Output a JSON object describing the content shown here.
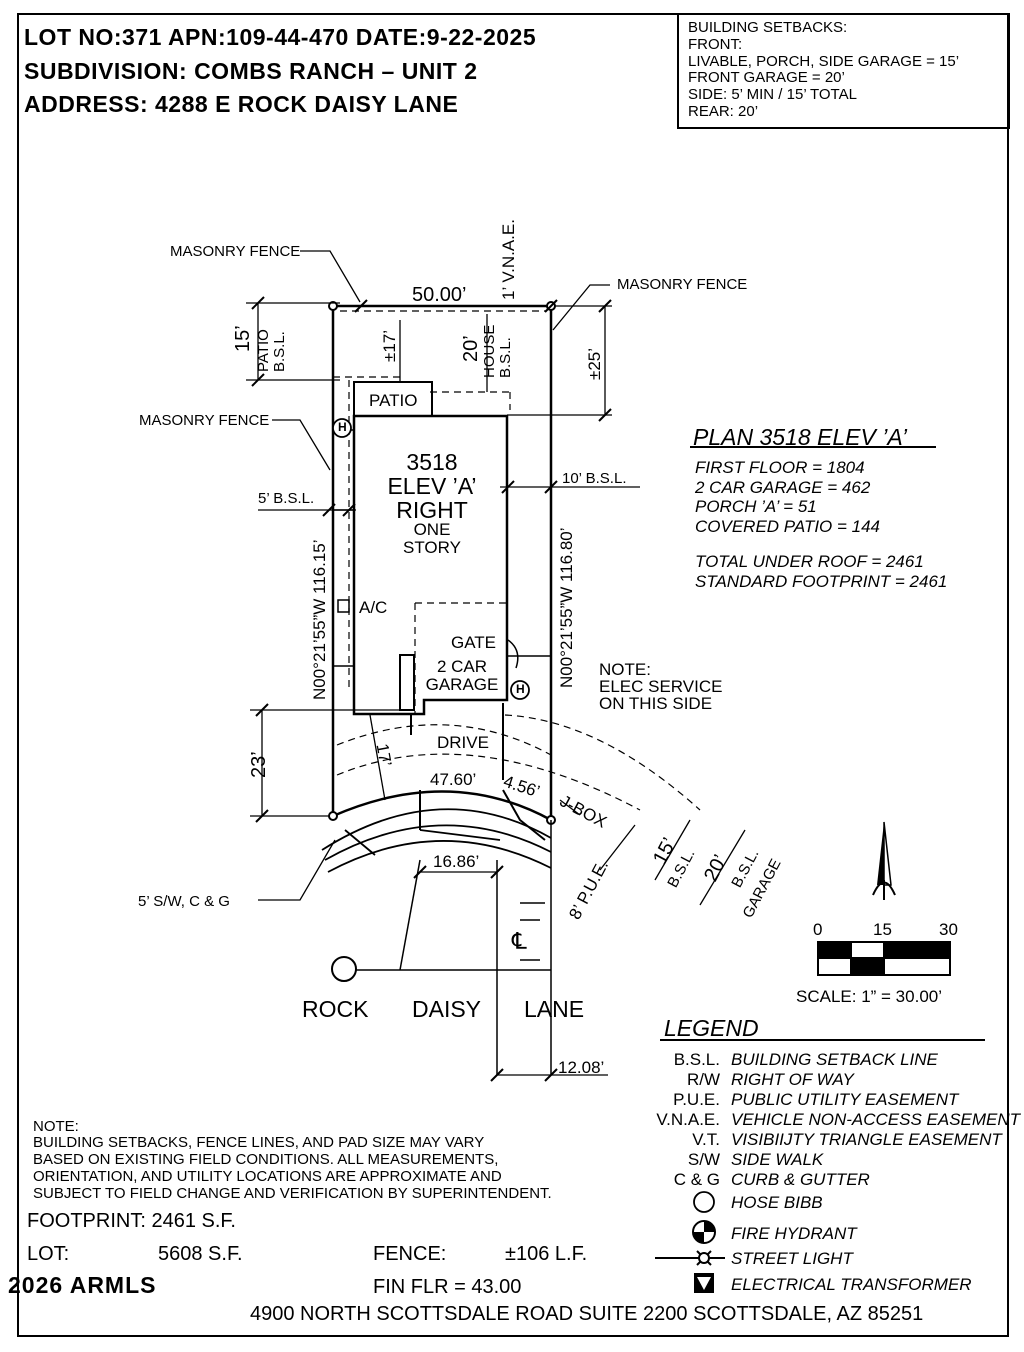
{
  "header": {
    "line1": "LOT NO:371  APN:109-44-470  DATE:9-22-2025",
    "line2": "SUBDIVISION: COMBS RANCH – UNIT 2",
    "line3": "ADDRESS: 4288 E ROCK DAISY LANE"
  },
  "setbacks": {
    "title": "BUILDING SETBACKS:",
    "front": "FRONT:",
    "livable": "LIVABLE, PORCH, SIDE GARAGE = 15’",
    "front_garage": "FRONT GARAGE = 20’",
    "side": "SIDE: 5’ MIN / 15’ TOTAL",
    "rear": "REAR: 20’"
  },
  "plan_labels": {
    "masonry_fence": "MASONRY FENCE",
    "top_width": "50.00’",
    "vnae": "1’ V.N.A.E.",
    "patio_bsl": "PATIO B.S.L.",
    "patio_dim": "15’",
    "plus17": "±17’",
    "house_dim": "20’",
    "house_bsl": "HOUSE B.S.L.",
    "plus25": "±25’",
    "patio": "PATIO",
    "hose": "H",
    "house_name1": "3518",
    "house_name2": "ELEV ’A’",
    "house_name3": "RIGHT",
    "house_name4": "ONE",
    "house_name5": "STORY",
    "left_bsl": "5’ B.S.L.",
    "right_bsl": "10’ B.S.L.",
    "left_bearing": "N00°21’55”W 116.15’",
    "right_bearing": "N00°21’55”W 116.80’",
    "ac": "A/C",
    "gate": "GATE",
    "garage1": "2 CAR",
    "garage2": "GARAGE",
    "elec_note1": "NOTE:",
    "elec_note2": "ELEC SERVICE",
    "elec_note3": "ON THIS SIDE",
    "drive": "DRIVE",
    "dim23": "23’",
    "dim17": "17’",
    "front_width": "47.60’",
    "dim456": "4.56’",
    "jbox": "J-BOX",
    "bsl15": "15’",
    "bsl15b": "B.S.L.",
    "bsl20": "20’",
    "bsl20b": "B.S.L.",
    "bsl20c": "GARAGE",
    "pue": "8’ P.U.E.",
    "dim1686": "16.86’",
    "sidewalk": "5’ S/W, C & G",
    "cl": "℄",
    "street1": "ROCK",
    "street2": "DAISY",
    "street3": "LANE",
    "dim1208": "12.08’"
  },
  "plan_info": {
    "title": "PLAN 3518 ELEV ’A’",
    "first_floor": "FIRST FLOOR = 1804",
    "garage": "2 CAR GARAGE = 462",
    "porch": "PORCH ’A’ = 51",
    "patio": "COVERED PATIO = 144",
    "under_roof": "TOTAL UNDER ROOF = 2461",
    "footprint": "STANDARD FOOTPRINT = 2461"
  },
  "scale": {
    "t0": "0",
    "t15": "15",
    "t30": "30",
    "label": "SCALE: 1” = 30.00’"
  },
  "north_symbol": "north-arrow-icon",
  "legend": {
    "title": "LEGEND",
    "items": [
      {
        "abbr": "B.S.L.",
        "desc": "BUILDING SETBACK LINE"
      },
      {
        "abbr": "R/W",
        "desc": "RIGHT OF WAY"
      },
      {
        "abbr": "P.U.E.",
        "desc": "PUBLIC UTILITY EASEMENT"
      },
      {
        "abbr": "V.N.A.E.",
        "desc": "VEHICLE NON-ACCESS EASEMENT"
      },
      {
        "abbr": "V.T.",
        "desc": "VISIBIIJTY TRIANGLE EASEMENT"
      },
      {
        "abbr": "S/W",
        "desc": "SIDE WALK"
      },
      {
        "abbr": "C & G",
        "desc": "CURB & GUTTER"
      }
    ],
    "symbols": [
      {
        "icon": "hose-bibb-icon",
        "desc": "HOSE BIBB"
      },
      {
        "icon": "fire-hydrant-icon",
        "desc": "FIRE HYDRANT"
      },
      {
        "icon": "street-light-icon",
        "desc": "STREET LIGHT"
      },
      {
        "icon": "electrical-transformer-icon",
        "desc": "ELECTRICAL TRANSFORMER"
      }
    ]
  },
  "note": {
    "title": "NOTE:",
    "line1": "BUILDING SETBACKS, FENCE LINES, AND PAD SIZE MAY VARY",
    "line2": "BASED ON EXISTING FIELD CONDITIONS.  ALL MEASUREMENTS,",
    "line3": "ORIENTATION, AND UTILITY LOCATIONS ARE APPROXIMATE AND",
    "line4": "SUBJECT TO FIELD CHANGE AND VERIFICATION BY SUPERINTENDENT."
  },
  "totals": {
    "footprint": "FOOTPRINT: 2461 S.F.",
    "lot_label": "LOT:",
    "lot_value": "5608 S.F.",
    "fence_label": "FENCE:",
    "fence_value": "±106 L.F.",
    "fin_flr": "FIN FLR = 43.00"
  },
  "footer": {
    "watermark": "2026 ARMLS",
    "address": "4900 NORTH SCOTTSDALE ROAD SUITE 2200 SCOTTSDALE, AZ  85251"
  }
}
